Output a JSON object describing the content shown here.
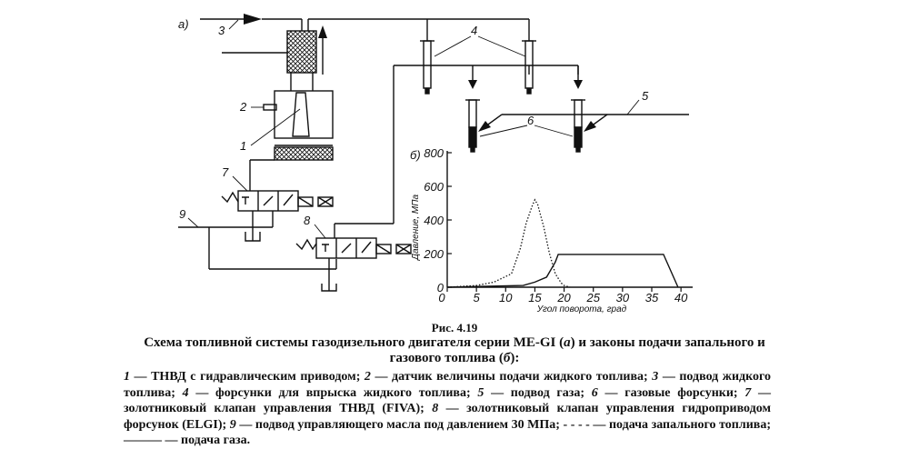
{
  "diagram": {
    "part_a_label": "а)",
    "part_b_label": "б)",
    "callouts": [
      "1",
      "2",
      "3",
      "4",
      "5",
      "6",
      "7",
      "8",
      "9"
    ]
  },
  "chart_data": {
    "type": "line",
    "xlabel": "Угол поворота, град",
    "ylabel": "Давление, МПа",
    "x_ticks": [
      0,
      5,
      10,
      15,
      20,
      25,
      30,
      35,
      40
    ],
    "y_ticks": [
      0,
      200,
      400,
      600,
      800
    ],
    "xlim": [
      0,
      42
    ],
    "ylim": [
      0,
      800
    ],
    "series": [
      {
        "style": "dotted",
        "x": [
          0,
          5,
          8,
          11,
          12.5,
          13.5,
          14.5,
          15,
          15.5,
          16.5,
          17.5,
          18.5,
          19.5,
          20,
          21
        ],
        "y": [
          0,
          10,
          30,
          80,
          230,
          380,
          480,
          520,
          490,
          360,
          200,
          80,
          25,
          10,
          0
        ]
      },
      {
        "style": "solid",
        "x": [
          0,
          13,
          15,
          17,
          18.5,
          19,
          36,
          37,
          39.5
        ],
        "y": [
          0,
          10,
          30,
          60,
          150,
          195,
          195,
          195,
          0
        ]
      }
    ]
  },
  "caption": {
    "figure_number": "Рис. 4.19",
    "title_prefix": "Схема топливной системы газодизельного двигателя серии ME-GI (",
    "title_a": "а",
    "title_mid": ") и законы подачи запального и газового топлива (",
    "title_b": "б",
    "title_suffix": "):"
  },
  "legend": {
    "items": [
      {
        "n": "1",
        "text": " — ТНВД с гидравлическим приводом; "
      },
      {
        "n": "2",
        "text": " — датчик величины подачи жидкого топлива; "
      },
      {
        "n": "3",
        "text": " — подвод жидкого топлива; "
      },
      {
        "n": "4",
        "text": " — форсунки для впрыска жидкого топлива; "
      },
      {
        "n": "5",
        "text": " — подвод газа; "
      },
      {
        "n": "6",
        "text": " — газовые форсунки; "
      },
      {
        "n": "7",
        "text": " — золотниковый клапан управления ТНВД (FIVA); "
      },
      {
        "n": "8",
        "text": " — золотниковый клапан управления гидроприводом форсунок (ELGI); "
      },
      {
        "n": "9",
        "text": " — подвод управляющего масла под давлением 30 МПа; - - - - — подача запального топлива; ——— — подача газа."
      }
    ]
  }
}
